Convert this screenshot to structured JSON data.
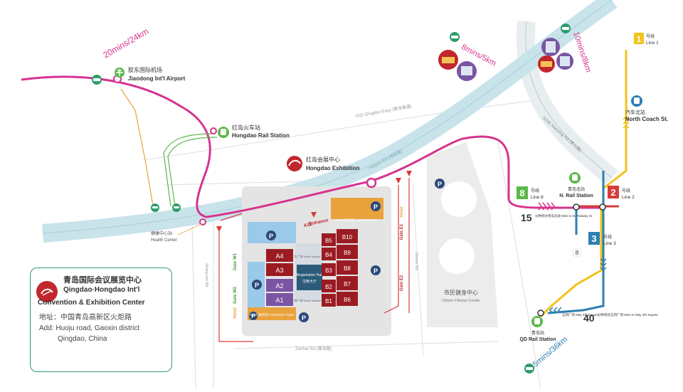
{
  "colors": {
    "magenta_route": "#d6338f",
    "metro_yellow": "#f4c21b",
    "metro_red": "#d83b3b",
    "metro_blue": "#2c7fb2",
    "metro_green": "#5bb84b",
    "expressway": "#c8e3ea",
    "hall_red": "#9b1b22",
    "hall_purple": "#7a55a3",
    "hall_blue": "#9ac9ea",
    "hotel_orange": "#e9a23c"
  },
  "routes": {
    "airport_time": "20mins/24km",
    "shopping_time": "8mins/5km",
    "hotel_time": "10mins/8km",
    "rail_time": "45mins/36km"
  },
  "places": {
    "airport_zh": "胶东国际机场",
    "airport_en": "Jiaodong Int'l Airport",
    "rail_zh": "红岛火车站",
    "rail_en": "Hongdao Rail Station",
    "exhibition_zh": "红岛会展中心",
    "exhibition_en": "Hongdao Exhibition",
    "health_zh": "健康中心站",
    "health_en": "Health Center",
    "coach_zh": "汽车北站",
    "coach_en": "North Coach St.",
    "nrail_zh": "青岛北站",
    "nrail_en": "N. Rail Station",
    "qdrail_zh": "青岛站",
    "qdrail_en": "QD Rail Station",
    "fitness_zh": "市民健身中心",
    "fitness_en": "Citizen Fitness Center",
    "reg_en": "Registration Hall",
    "reg_zh": "注册大厅",
    "a12": "A12",
    "entrance": "Entrance"
  },
  "roads": {
    "g22": "G22 Qingdao Expy (青龙高速)",
    "hydao": "Haiyao Rd (海尧路)",
    "s209": "S209 Xiaoxing Rd (孝兴路)",
    "zunhai": "Zunhai Rd (遵海路)",
    "shanyuan": "Shanyuan Rd",
    "donan": "Donan Rd"
  },
  "gates": [
    "Gate W1",
    "Gate W2",
    "Gate E1",
    "Gate E2"
  ],
  "halls_a": [
    "A4",
    "A3",
    "A2",
    "A1"
  ],
  "halls_b": [
    "B5",
    "B10",
    "B4",
    "B9",
    "B3",
    "B8",
    "B2",
    "B7",
    "B1",
    "B6"
  ],
  "hotels": {
    "north": "Hotel (北酒店) Kaixuan Tower",
    "south": "Hotel (南酒店) Shanshan Tower",
    "hotel_side": "Hotel"
  },
  "squares": {
    "north": "北广场 North Square",
    "south": "南广场 South Square"
  },
  "metro": {
    "line1_zh": "号线",
    "line1": "Line 1",
    "line1_num": "1",
    "line2_zh": "号线",
    "line2": "Line 2",
    "line2_num": "2",
    "line3_zh": "号线",
    "line3": "Line 3",
    "line3_num": "3",
    "line8_zh": "号线",
    "line8": "Line 8",
    "line8_num": "8",
    "transfer_n_num": "15",
    "transfer_n_text": "分钟到达青岛北站 Mins to N. Railway St.",
    "transfer_s_num": "40",
    "transfer_s_text": "分钟到达五四广场 Mins to May 4th Square",
    "square_label": "五四广场 May 4th Square"
  },
  "card": {
    "title_zh": "青岛国际会议展览中心",
    "title_en1": "Qingdao·Hongdao Int'l",
    "title_en2": "Convention & Exhibition Center",
    "address_zh": "地址：中国青岛高新区火炬路",
    "address_en1": "Add: Huoju road, Gaoxin district",
    "address_en2": "Qingdao, China"
  },
  "icons": [
    "car-icon",
    "plane-icon",
    "train-icon",
    "bus-icon",
    "parking-icon",
    "exhibition-logo-icon",
    "shop-icon",
    "hotel-icon"
  ]
}
